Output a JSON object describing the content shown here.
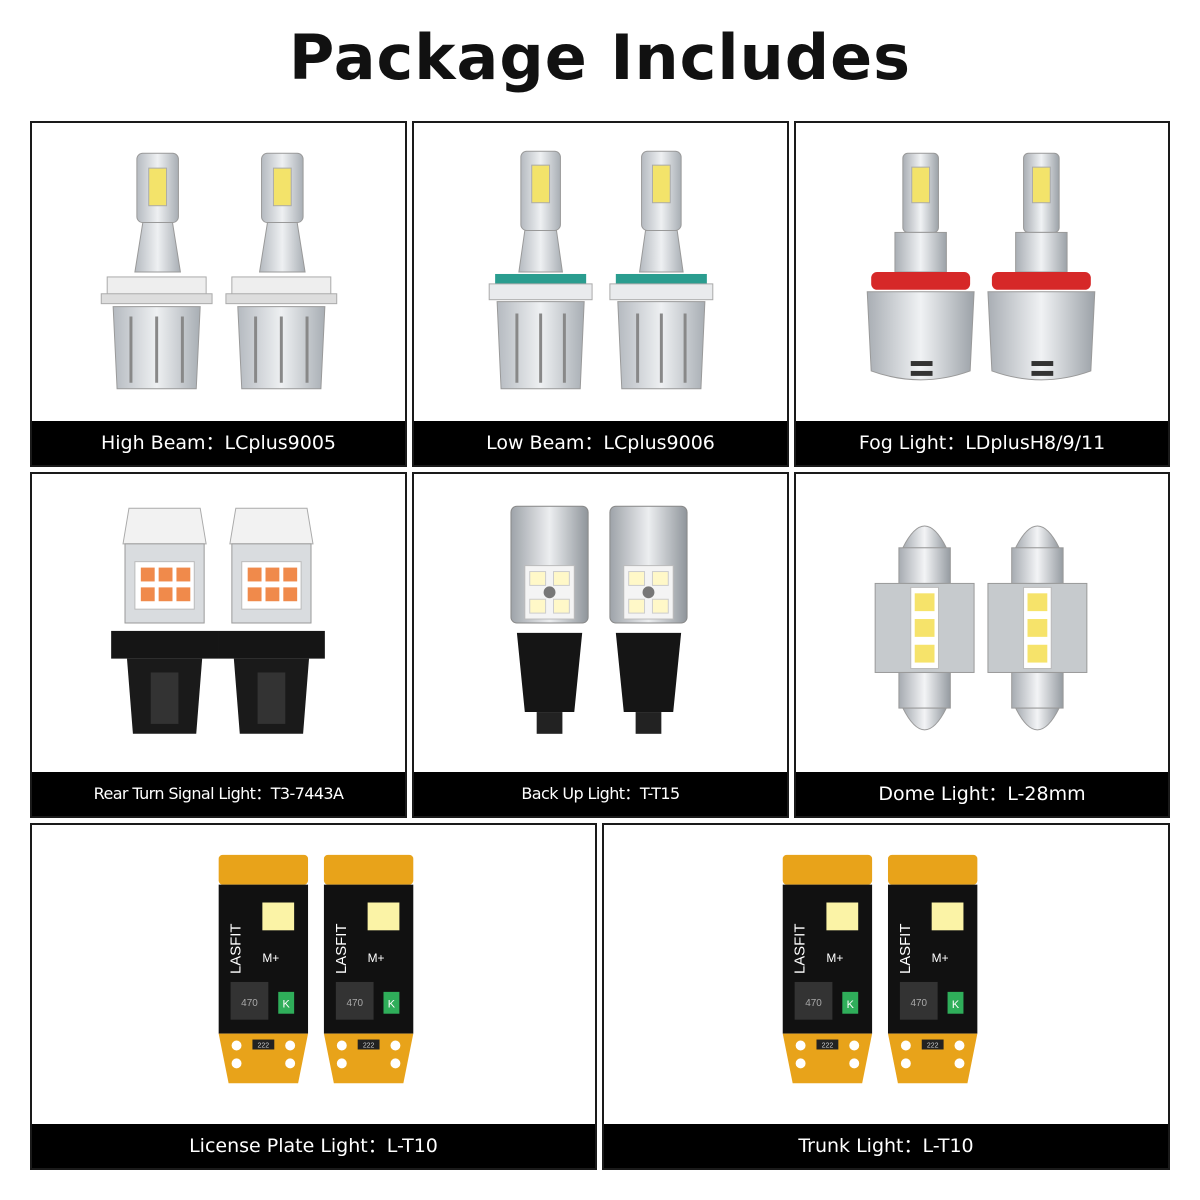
{
  "title": "Package Includes",
  "brand_text": "LASFIT",
  "chip_labels": {
    "driver": "M+",
    "inductor": "470",
    "k": "K",
    "res": "222"
  },
  "products": [
    {
      "label": "High Beam：LCplus9005"
    },
    {
      "label": "Low Beam：LCplus9006"
    },
    {
      "label": "Fog Light：LDplusH8/9/11"
    },
    {
      "label": "Rear Turn Signal Light：T3-7443A"
    },
    {
      "label": "Back Up Light：T-T15"
    },
    {
      "label": "Dome Light：L-28mm"
    },
    {
      "label": "License Plate Light：L-T10"
    },
    {
      "label": "Trunk Light：L-T10"
    }
  ],
  "colors": {
    "frame": "#1a1a1a",
    "caption_bg": "#000000",
    "caption_text": "#ffffff",
    "silver": "#c8ccd0",
    "led_yellow": "#f3e36a",
    "fog_ring": "#d62828",
    "low_ring": "#2a9d8f",
    "amber_led": "#f08a4b",
    "pcb_gold": "#e8a31a"
  }
}
